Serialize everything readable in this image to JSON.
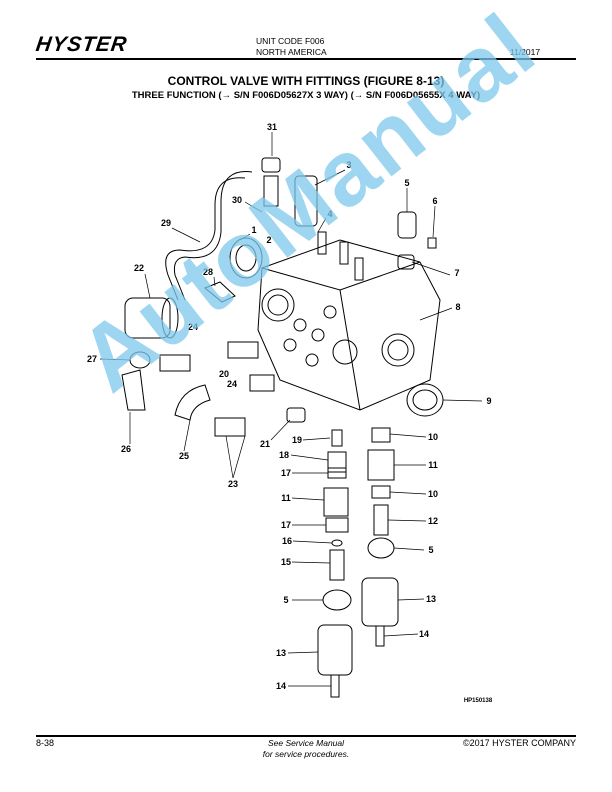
{
  "header": {
    "logo": "HYSTER",
    "unit_code": "UNIT CODE F006",
    "region": "NORTH AMERICA",
    "date": "11/2017"
  },
  "title": "CONTROL VALVE WITH FITTINGS (FIGURE 8-13)",
  "subtitle": "THREE FUNCTION  (→ S/N F006D05627X 3 WAY)  (→ S/N F006D05655X 4 WAY)",
  "diagram": {
    "callouts": [
      "31",
      "3",
      "5",
      "6",
      "30",
      "4",
      "29",
      "1",
      "2",
      "7",
      "22",
      "28",
      "8",
      "24",
      "27",
      "20",
      "24",
      "9",
      "19",
      "10",
      "21",
      "18",
      "11",
      "17",
      "10",
      "26",
      "25",
      "23",
      "11",
      "12",
      "17",
      "16",
      "5",
      "15",
      "13",
      "5",
      "14",
      "13",
      "14"
    ],
    "figure_id": "HP150138"
  },
  "watermark": "AutoManual",
  "footer": {
    "page": "8-38",
    "note_line1": "See Service Manual",
    "note_line2": "for service procedures.",
    "copyright": "©2017 HYSTER COMPANY"
  }
}
